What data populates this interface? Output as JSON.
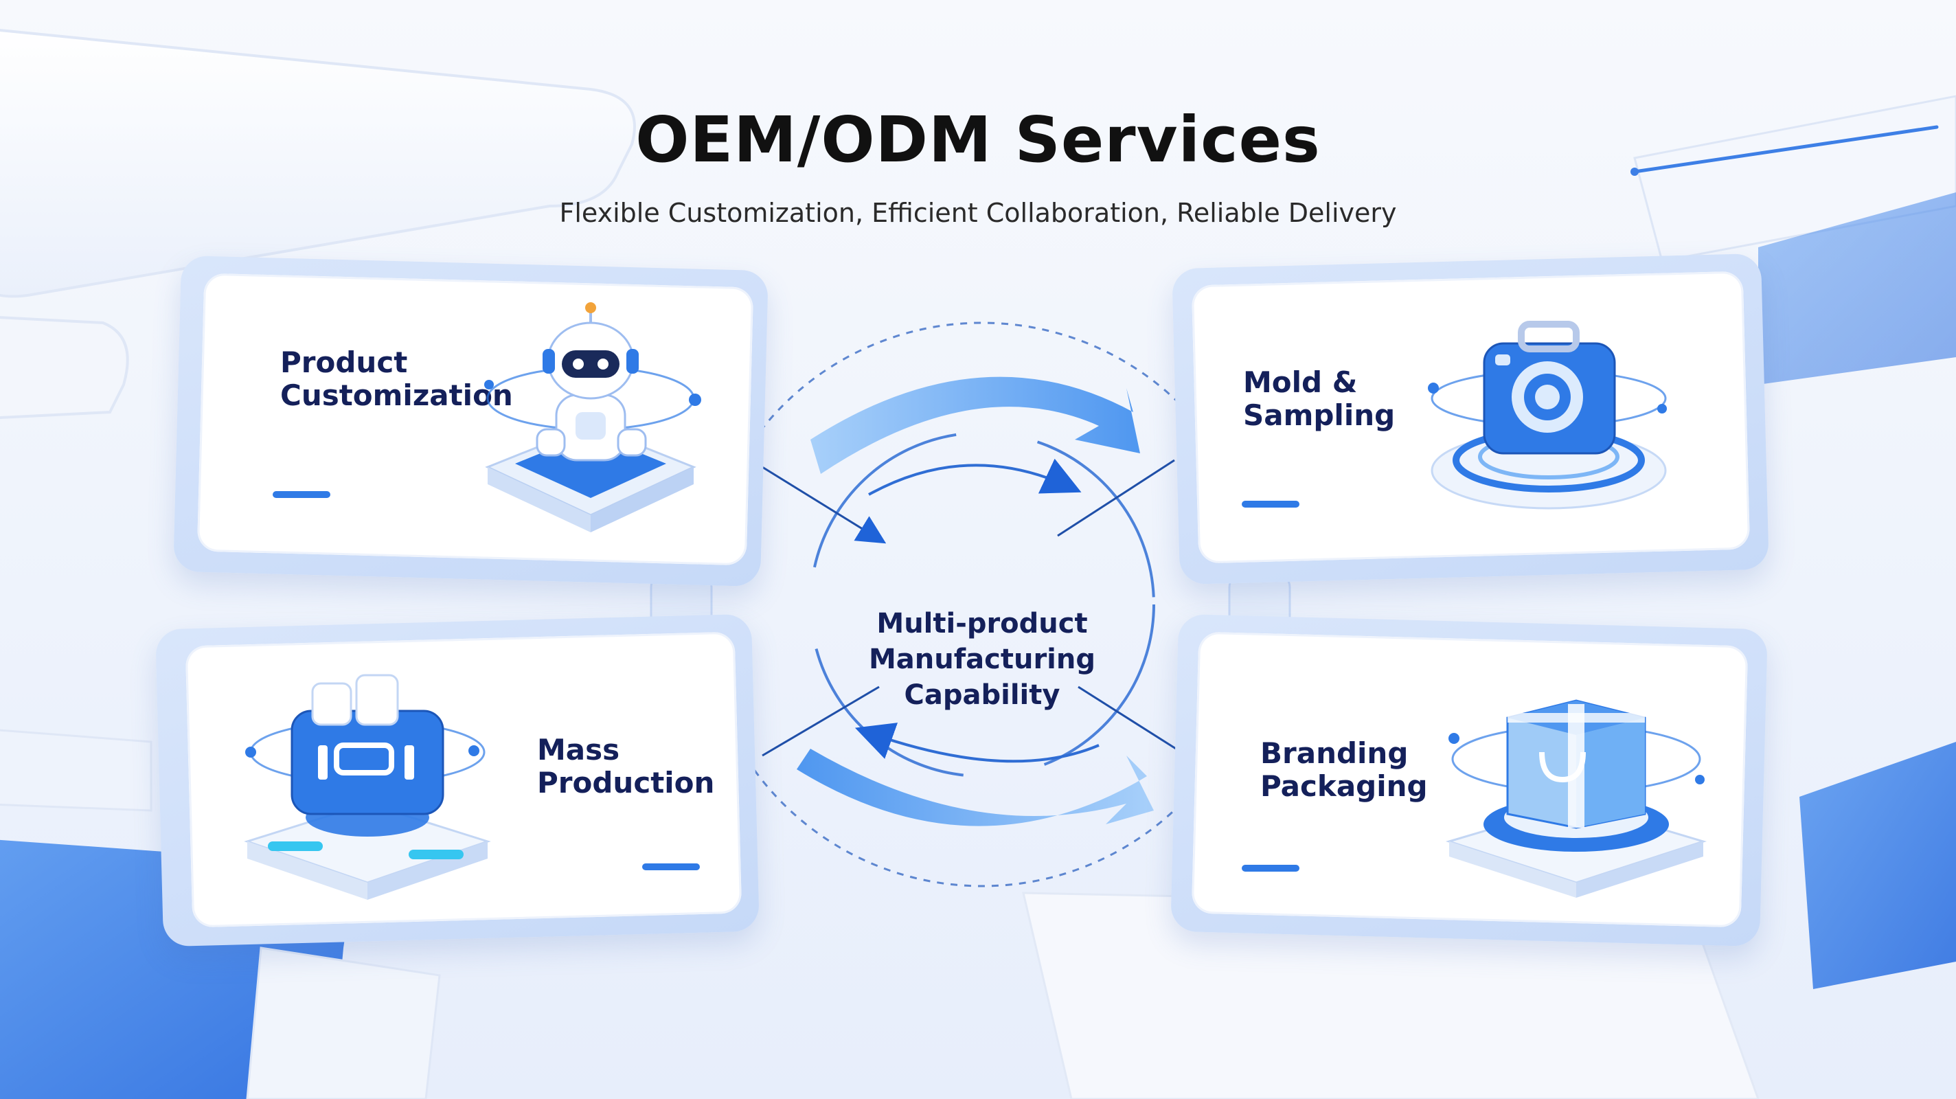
{
  "header": {
    "title": "OEM/ODM Services",
    "subtitle": "Flexible Customization, Efficient Collaboration, Reliable Delivery"
  },
  "cards": [
    {
      "label": "Product\nCustomization",
      "icon": "robot-icon"
    },
    {
      "label": "Mold &\nSampling",
      "icon": "camera-case-icon"
    },
    {
      "label": "Mass\nProduction",
      "icon": "machine-block-icon"
    },
    {
      "label": "Branding\nPackaging",
      "icon": "package-box-icon"
    }
  ],
  "center": {
    "line1": "Multi-product",
    "line2": "Manufacturing",
    "line3": "Capability"
  },
  "colors": {
    "accent": "#2f7ae6",
    "arrow_light": "#7db6f6",
    "text_dark": "#14205a",
    "card_frame": "#c6d9f8"
  }
}
